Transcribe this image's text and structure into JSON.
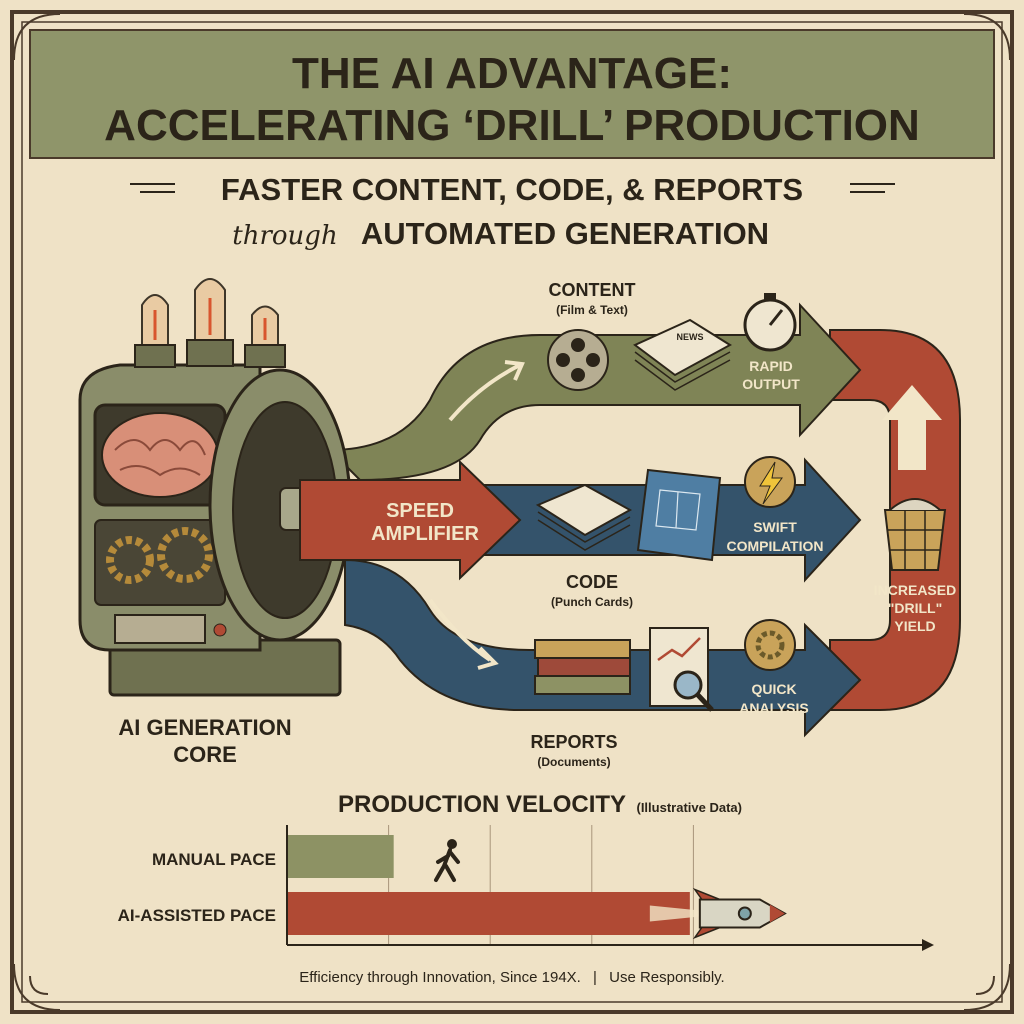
{
  "header": {
    "title_line1": "THE AI ADVANTAGE:",
    "title_line2": "ACCELERATING ‘DRILL’ PRODUCTION",
    "subtitle_line1": "FASTER CONTENT, CODE, & REPORTS",
    "subtitle_through": "through",
    "subtitle_line2": "AUTOMATED GENERATION"
  },
  "machine": {
    "label_line1": "AI GENERATION CORE",
    "label_line2": "CORE",
    "label_first": "AI GENERATION",
    "amplifier_line1": "SPEED",
    "amplifier_line2": "AMPLIFIER"
  },
  "streams": [
    {
      "title": "CONTENT",
      "subtitle": "(Film & Text)",
      "result_line1": "RAPID",
      "result_line2": "OUTPUT",
      "color": "#7f8456",
      "icons": [
        "film-reel-icon",
        "newspaper-stack-icon",
        "stopwatch-icon"
      ],
      "badge_text": "NEWS"
    },
    {
      "title": "CODE",
      "subtitle": "(Punch Cards)",
      "result_line1": "SWIFT",
      "result_line2": "COMPILATION",
      "color": "#34536b",
      "icons": [
        "punch-cards-icon",
        "blueprint-icon",
        "lightning-bolt-icon"
      ]
    },
    {
      "title": "REPORTS",
      "subtitle": "(Documents)",
      "result_line1": "QUICK",
      "result_line2": "ANALYSIS",
      "color": "#34536b",
      "icons": [
        "books-icon",
        "chart-document-magnifier-icon",
        "gear-icon"
      ]
    }
  ],
  "yield": {
    "line1": "INCREASED",
    "line2": "\"DRILL\"",
    "line3": "YIELD",
    "color": "#b04a34",
    "icons": [
      "up-arrow-icon",
      "basket-icon"
    ]
  },
  "chart_data": {
    "type": "bar",
    "orientation": "horizontal",
    "title": "PRODUCTION VELOCITY",
    "subtitle": "(Illustrative Data)",
    "categories": [
      "MANUAL PACE",
      "AI-ASSISTED PACE"
    ],
    "values": [
      1.05,
      4.9
    ],
    "xlim": [
      0,
      5
    ],
    "grid": true,
    "colors": [
      "#8d9264",
      "#b04a34"
    ],
    "icons": [
      "walking-person-icon",
      "rocket-icon"
    ]
  },
  "footer": {
    "left": "Efficiency through Innovation, Since 194X.",
    "separator": "|",
    "right": "Use Responsibly."
  },
  "colors": {
    "paper": "#efe2c6",
    "banner": "#8f956a",
    "ink": "#2b2419",
    "red": "#b04a34",
    "green": "#7f8456",
    "blue": "#34536b"
  }
}
